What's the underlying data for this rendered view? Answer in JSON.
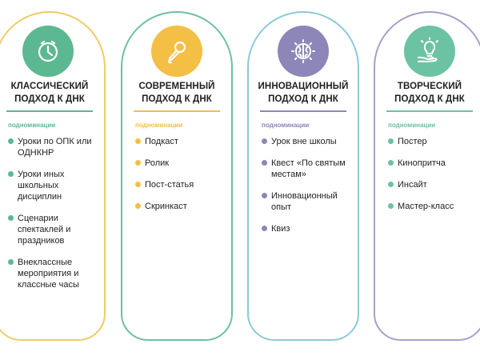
{
  "columns": [
    {
      "title": "КЛАССИЧЕСКИЙ\nПОДХОД К ДНК",
      "subheading": "подноминации",
      "icon": "clock-icon",
      "colors": {
        "border": "#f0cc66",
        "icon_bg": "#5cb890",
        "accent": "#5cb890",
        "bullet": "#5cb890"
      },
      "items": [
        "Уроки по ОПК или ОДНКНР",
        "Уроки иных школьных дисциплин",
        "Сценарии спектаклей и праздников",
        "Внеклассные мероприятия и классные часы"
      ]
    },
    {
      "title": "СОВРЕМЕННЫЙ\nПОДХОД К ДНК",
      "subheading": "подноминации",
      "icon": "microphone-icon",
      "colors": {
        "border": "#6fc0a0",
        "icon_bg": "#f3bf44",
        "accent": "#f3bf44",
        "bullet": "#f3bf44"
      },
      "items": [
        "Подкаст",
        "Ролик",
        "Пост-статья",
        "Скринкаст"
      ]
    },
    {
      "title": "ИННОВАЦИОННЫЙ\nПОДХОД К ДНК",
      "subheading": "подноминации",
      "icon": "brain-icon",
      "colors": {
        "border": "#8ec9d8",
        "icon_bg": "#8d86b8",
        "accent": "#8d86b8",
        "bullet": "#8d86b8"
      },
      "items": [
        "Урок вне школы",
        "Квест «По святым местам»",
        "Инновационный опыт",
        "Квиз"
      ]
    },
    {
      "title": "ТВОРЧЕСКИЙ\nПОДХОД К ДНК",
      "subheading": "подноминации",
      "icon": "lightbulb-hand-icon",
      "colors": {
        "border": "#a6a0cc",
        "icon_bg": "#6cc3a3",
        "accent": "#6cc3a3",
        "bullet": "#6cc3a3"
      },
      "items": [
        "Постер",
        "Кинопритча",
        "Инсайт",
        "Мастер-класс"
      ]
    }
  ]
}
